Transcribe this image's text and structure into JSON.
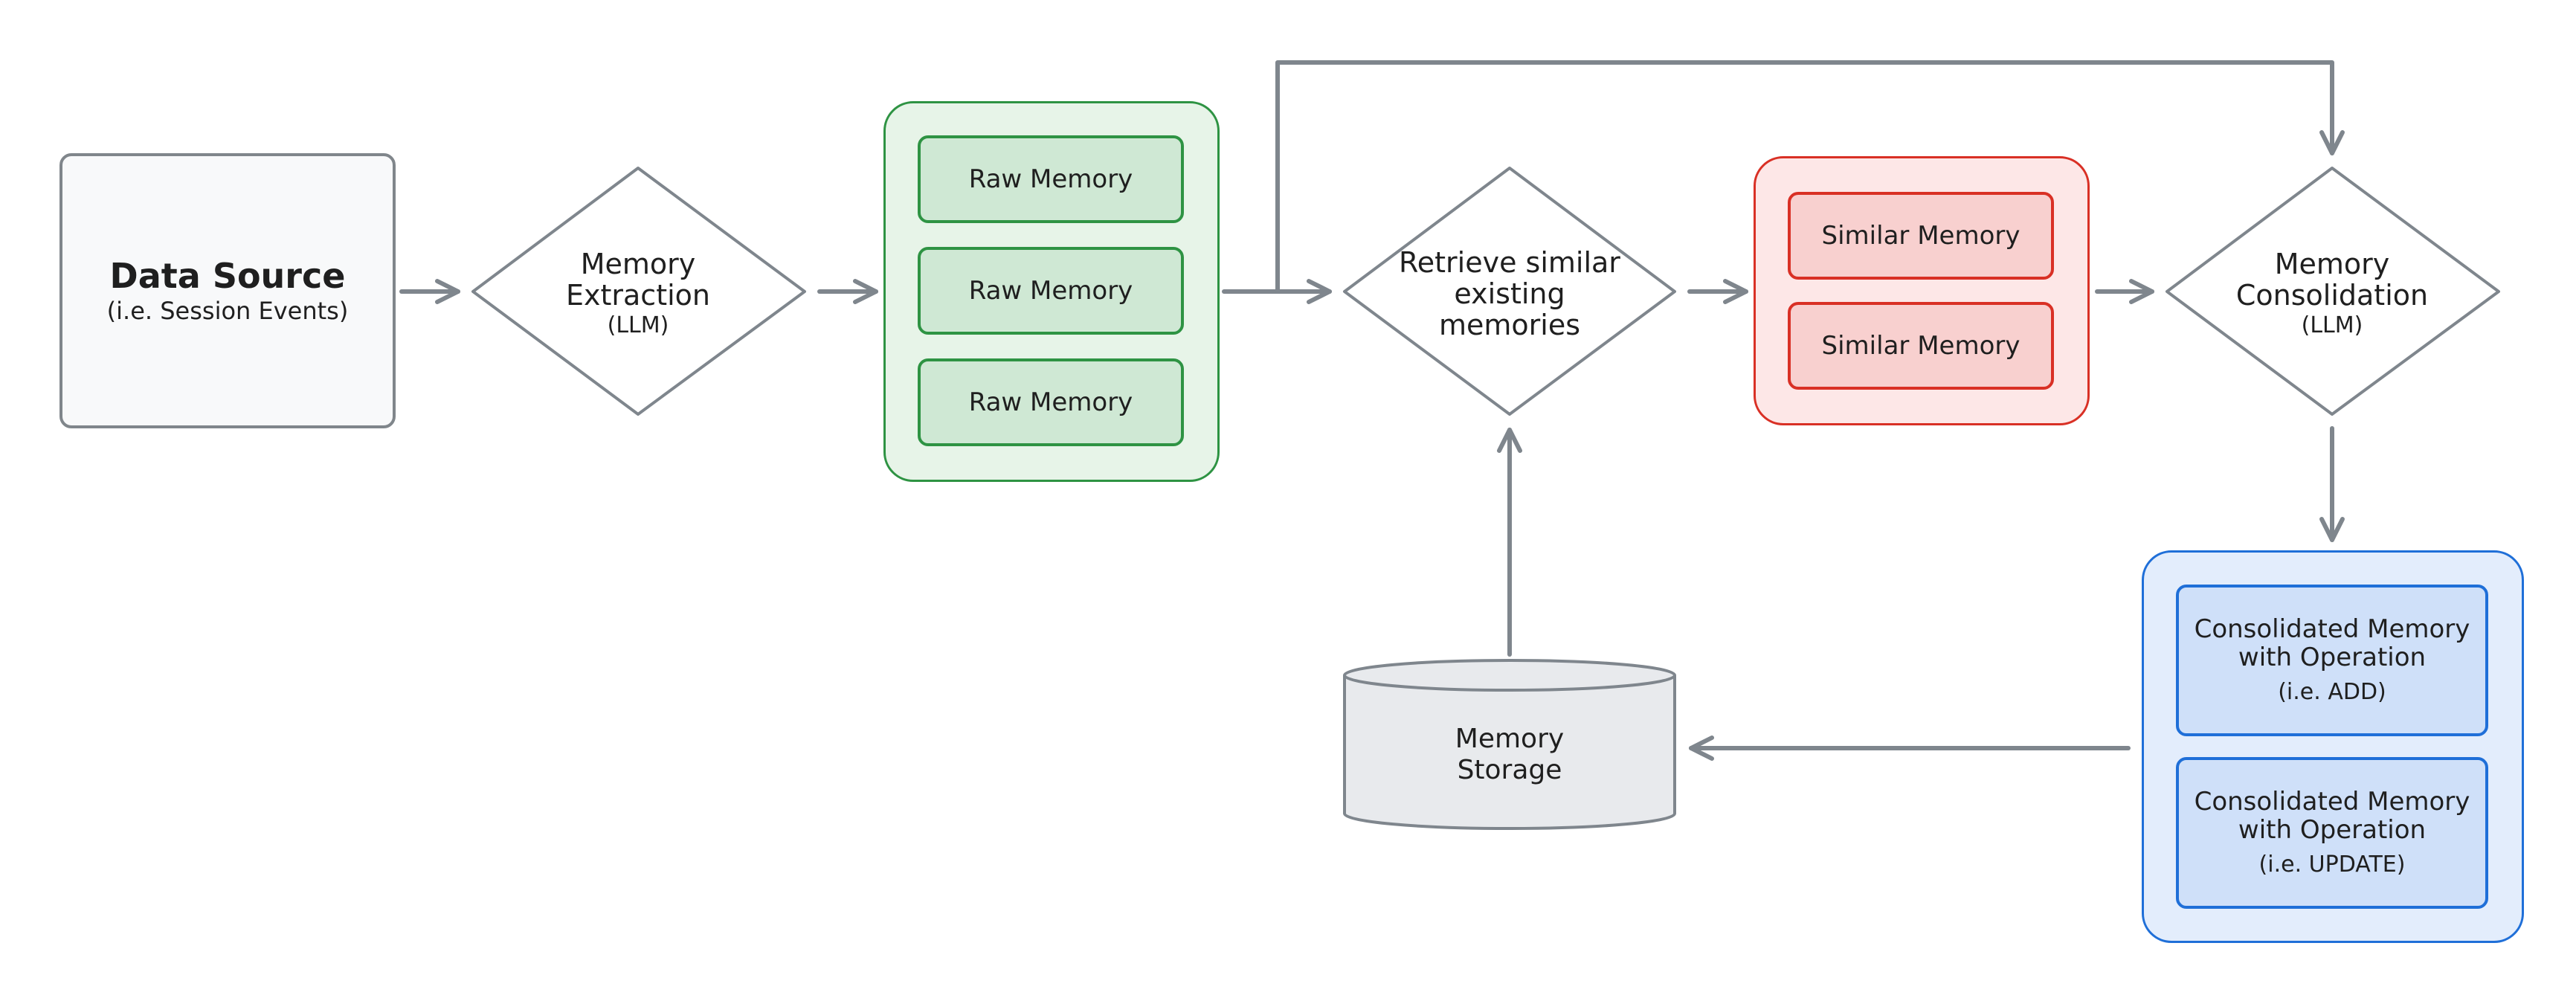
{
  "data_source": {
    "title": "Data Source",
    "subtitle": "(i.e. Session Events)"
  },
  "memory_extraction": {
    "title_line1": "Memory",
    "title_line2": "Extraction",
    "subtitle": "(LLM)"
  },
  "raw_memories": [
    "Raw Memory",
    "Raw Memory",
    "Raw Memory"
  ],
  "retrieve": {
    "line1": "Retrieve similar",
    "line2": "existing",
    "line3": "memories"
  },
  "similar_memories": [
    "Similar Memory",
    "Similar Memory"
  ],
  "memory_consolidation": {
    "title_line1": "Memory",
    "title_line2": "Consolidation",
    "subtitle": "(LLM)"
  },
  "consolidated": [
    {
      "line1": "Consolidated Memory",
      "line2": "with Operation",
      "sub": "(i.e. ADD)"
    },
    {
      "line1": "Consolidated Memory",
      "line2": "with Operation",
      "sub": "(i.e. UPDATE)"
    }
  ],
  "memory_storage": {
    "line1": "Memory",
    "line2": "Storage"
  },
  "colors": {
    "arrow": "#7f868d",
    "green_fill": "#e7f4e8",
    "green_border": "#2e9343",
    "green_item": "#cfe8d4",
    "red_fill": "#fde7e7",
    "red_border": "#d93025",
    "red_item": "#f8d0cf",
    "blue_fill": "#e3edfc",
    "blue_border": "#1f6fd8",
    "blue_item": "#cfe0f9",
    "gray_fill": "#f8f9fa",
    "gray_border": "#80868b",
    "cyl_fill": "#e8eaed"
  }
}
